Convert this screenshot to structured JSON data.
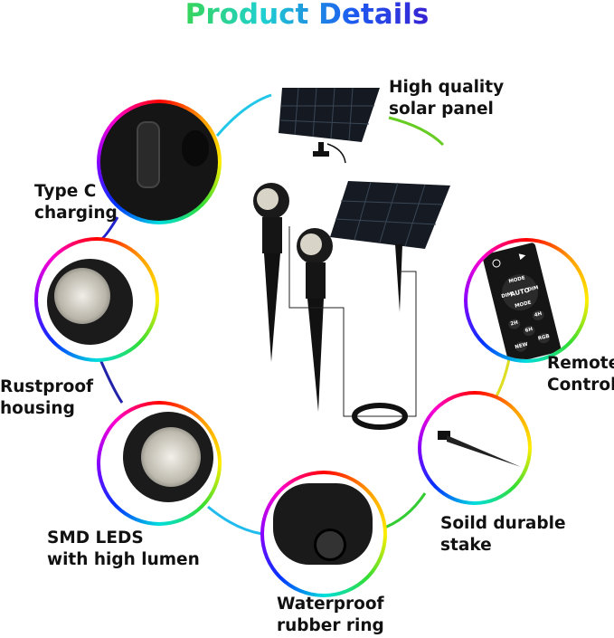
{
  "title": "Product Details",
  "features": [
    {
      "id": "solar-panel",
      "label_lines": [
        "High quality",
        "solar panel"
      ]
    },
    {
      "id": "type-c",
      "label_lines": [
        "Type C",
        "charging"
      ]
    },
    {
      "id": "rustproof",
      "label_lines": [
        "Rustproof",
        "housing"
      ]
    },
    {
      "id": "smd-leds",
      "label_lines": [
        "SMD LEDS",
        "with high lumen"
      ]
    },
    {
      "id": "waterproof",
      "label_lines": [
        "Waterproof",
        "rubber ring"
      ]
    },
    {
      "id": "stake",
      "label_lines": [
        "Soild durable",
        "stake"
      ]
    },
    {
      "id": "remote",
      "label_lines": [
        "Remote",
        "Control"
      ]
    }
  ],
  "remote_buttons": [
    "AUTO",
    "MODE",
    "MODE",
    "DIM",
    "DIM",
    "2H",
    "4H",
    "6H",
    "RGB",
    "NEW"
  ]
}
